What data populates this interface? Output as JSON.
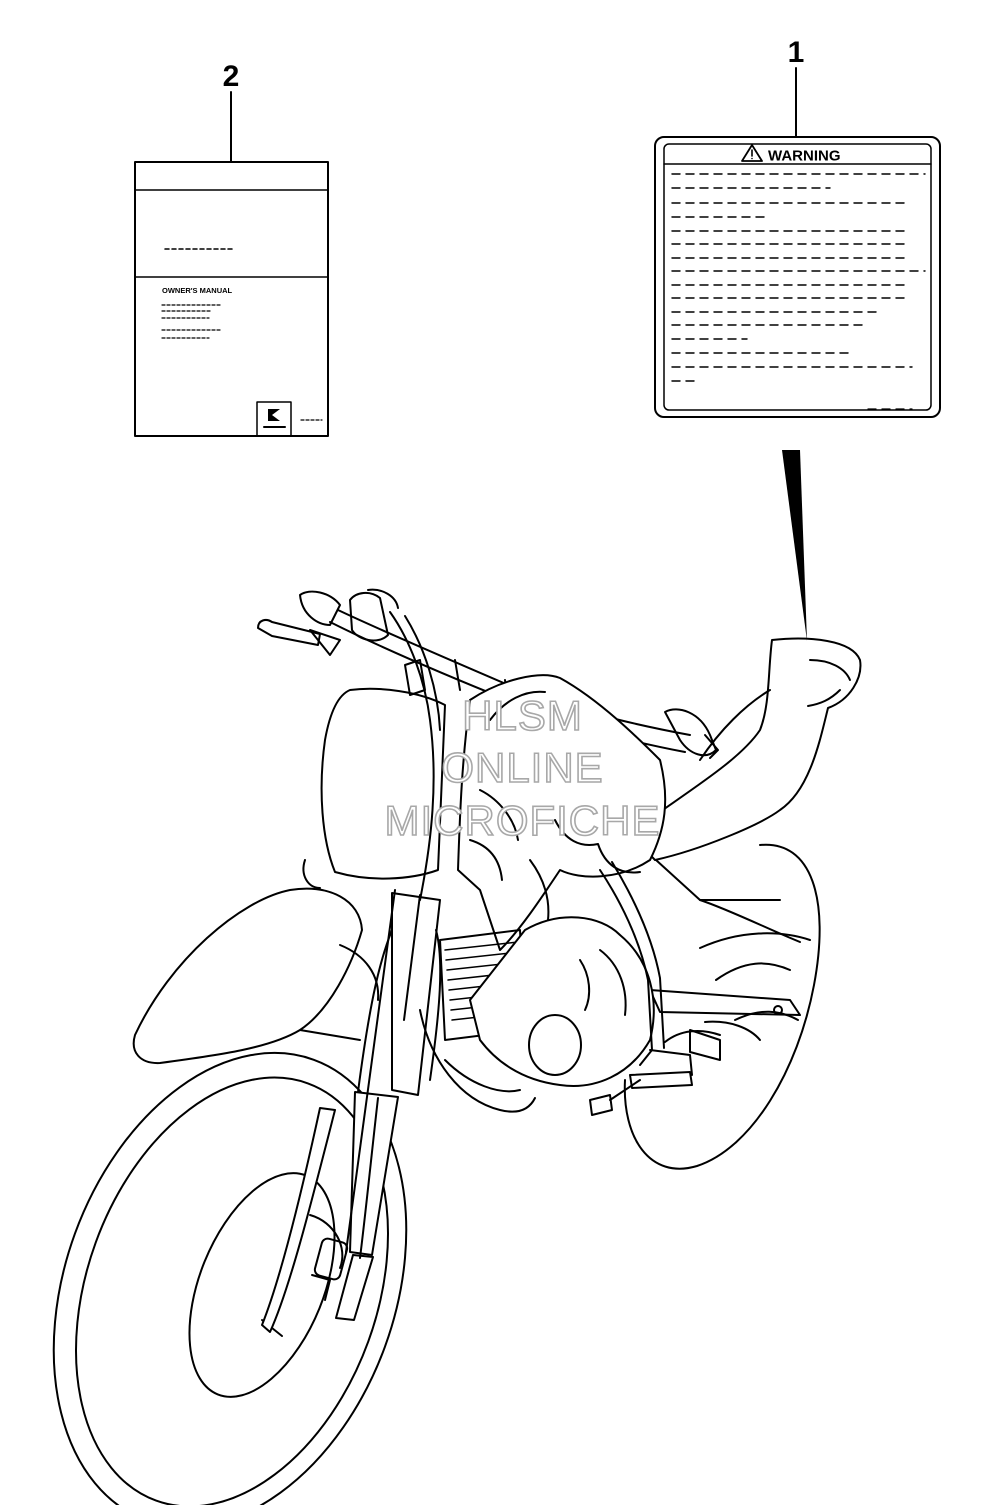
{
  "callouts": {
    "part_1": "1",
    "part_2": "2"
  },
  "warning_label": {
    "heading": "WARNING"
  },
  "owners_manual": {
    "title": "OWNER'S MANUAL"
  },
  "watermark": {
    "line1": "HLSM",
    "line2": "ONLINE",
    "line3": "MICROFICHE"
  },
  "colors": {
    "line": "#000000",
    "watermark_outline": "#a8a8a8",
    "background": "#ffffff"
  }
}
